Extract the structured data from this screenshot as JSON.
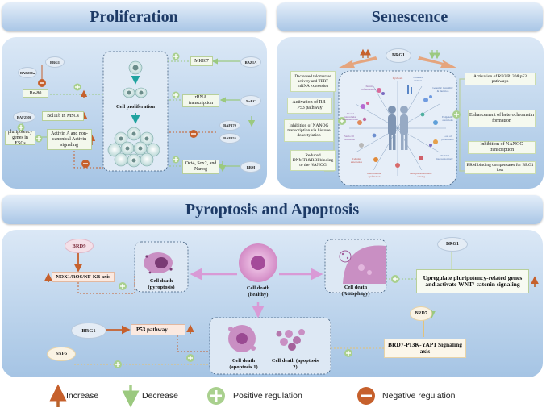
{
  "headers": {
    "proliferation": "Proliferation",
    "senescence": "Senescence",
    "pyroptosis": "Pyroptosis and Apoptosis"
  },
  "proliferation": {
    "center": "Cell proliferation",
    "left": {
      "baf250a_1": "BAF250a",
      "brg1": "BRG1",
      "res": "Re-80",
      "baf250b": "BAF250b",
      "bcl11b": "Bcl11b in MSCs",
      "pluripotency": "pluripotency genes in ESCs",
      "activin": "Activin A and non-canonical Activin signaling"
    },
    "right": {
      "mki67": "MKI67",
      "baz1a": "BAZ1A",
      "rrna": "rRNA transcription",
      "norc": "NoRC",
      "baf170": "BAF170",
      "baf155": "BAF155",
      "oct4": "Oct4, Sox2, and Nanog",
      "brm": "BRM"
    }
  },
  "senescence": {
    "brg1": "BRG1",
    "left": [
      "Decreased telomerase activity and TERT mRNA expression",
      "Activation of RB-P53 pathway",
      "Inhibition of NANOG transcription via histone deacetylation",
      "Reduced DNMT1&RBI binding to the NANOG"
    ],
    "right": [
      "Activation of RB2/P130&p53 pathways",
      "Enhancement of heterochromatin formation",
      "Inhibition of NANOG transcription",
      "BRM binding compensates for BRG1 loss"
    ],
    "hallmarks": [
      "Dysbiosis",
      "Telomere attrition",
      "Genomic instability & mutation",
      "Chronic inflammation",
      "Altered intercellular communication",
      "Epigenetic alterations",
      "Stem cell exhaustion",
      "Loss of proteostasis",
      "Cellular senescence",
      "Mitochondrial dysfunction",
      "Deregulated nutrient-sensing",
      "Disabled macroautophagy"
    ]
  },
  "pyroptosis": {
    "brd9": "BRD9",
    "nox": "NOX1/ROS/NF-KB axis",
    "death_pyro": "Cell death (pyroptosis)",
    "death_healthy": "Cell death (healthy)",
    "death_auto": "Cell death (Autophagy)",
    "brg1_top": "BRG1",
    "upregulate": "Upregulate pluripotency-related genes and activate WNT/-catenin signaling",
    "brd7": "BRD7",
    "brd7_axis": "BRD7-PI3K-YAP1 Signaling axis",
    "brg1_left": "BRG1",
    "p53": "P53 pathway",
    "snf5": "SNF5",
    "apo1": "Cell death (apoptosis 1)",
    "apo2": "Cell death (apoptosis 2)"
  },
  "legend": {
    "increase": "Increase",
    "decrease": "Decrease",
    "positive": "Positive regulation",
    "negative": "Negative regulation"
  },
  "colors": {
    "increase": "#b8632b",
    "decrease": "#a7cf8a",
    "positive": "#a9d08e",
    "negative": "#c6602c",
    "header": "#1d3a66"
  }
}
